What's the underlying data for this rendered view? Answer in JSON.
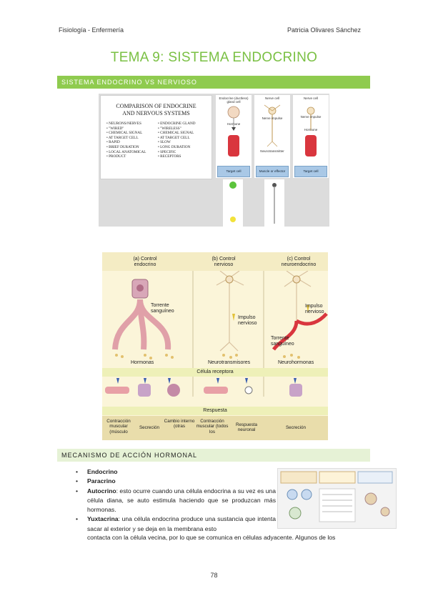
{
  "header": {
    "left": "Fisiología - Enfermería",
    "right": "Patricia Olivares Sánchez"
  },
  "title": "TEMA 9: SISTEMA ENDOCRINO",
  "section1": {
    "label": "SISTEMA ENDOCRINO VS NERVIOSO"
  },
  "slide": {
    "title_line1": "COMPARISON OF ENDOCRINE",
    "title_line2": "AND NERVOUS SYSTEMS",
    "left_items": [
      "NEURONS/NERVES",
      "\"WIRED\"",
      "CHEMICAL SIGNAL",
      "AT TARGET CELL",
      "RAPID",
      "BRIEF DURATION",
      "LOCAL ANATOMICAL",
      "PRODUCT"
    ],
    "right_items": [
      "ENDOCRINE GLAND",
      "\"WIRELESS\"",
      "CHEMICAL SIGNAL",
      "AT TARGET CELL",
      "SLOW",
      "LONG DURATION",
      "SPECIFIC",
      "RECEPTORS"
    ],
    "panel1_top": "Endocrine (ductless) gland cell",
    "panel1_mid": "Hormone",
    "panel1_box": "Target cell",
    "panel2_top": "Nerve cell",
    "panel2_mid": "Nerve impulse",
    "panel2_low": "Neurotransmitter",
    "panel2_box": "Muscle or effector cell",
    "panel3_top": "Nerve cell",
    "panel3_mid": "Nerve impulse",
    "panel3_low": "Hormone",
    "panel3_box": "Target cell"
  },
  "diagram": {
    "col_a": "(a) Control endocrino",
    "col_b": "(b) Control nervioso",
    "col_c": "(c) Control neuroendocrino",
    "torrente_a": "Torrente sanguíneo",
    "impulso_b": "Impulso nervioso",
    "impulso_c": "Impulso nervioso",
    "torrente_c": "Torrente sanguíneo",
    "hormonas": "Hormonas",
    "neurotransmisores": "Neurotransmisores",
    "neurohormonas": "Neurohormonas",
    "celula_receptora": "Célula receptora",
    "respuesta": "Respuesta",
    "footer": [
      "Contracción muscular (músculo",
      "Secreción",
      "Cambio interno (otras",
      "Contracción muscular (todos los",
      "Respuesta neuronal",
      "Secreción"
    ]
  },
  "section2": {
    "label": "MECANISMO DE ACCIÓN HORMONAL"
  },
  "bullets": [
    {
      "bold": "Endocrino",
      "text": ""
    },
    {
      "bold": "Paracrino",
      "text": ""
    },
    {
      "bold": "Autocrino",
      "text": ": esto ocurre cuando una célula endocrina a su vez es una célula diana, se auto estimula haciendo que se produzcan más hormonas."
    },
    {
      "bold": "Yuxtacrina",
      "text": ": una célula endocrina produce una sustancia que intenta sacar al exterior y se deja en la membrana esto"
    }
  ],
  "continuation": "contacta con la célula vecina, por lo que se comunica en células adyacente. Algunos de los",
  "page_number": "78",
  "colors": {
    "title_green": "#7ac043",
    "section_green": "#8fcb4f",
    "section_light": "#e6f2d6",
    "diagram_bg": "#fbf5d9"
  }
}
